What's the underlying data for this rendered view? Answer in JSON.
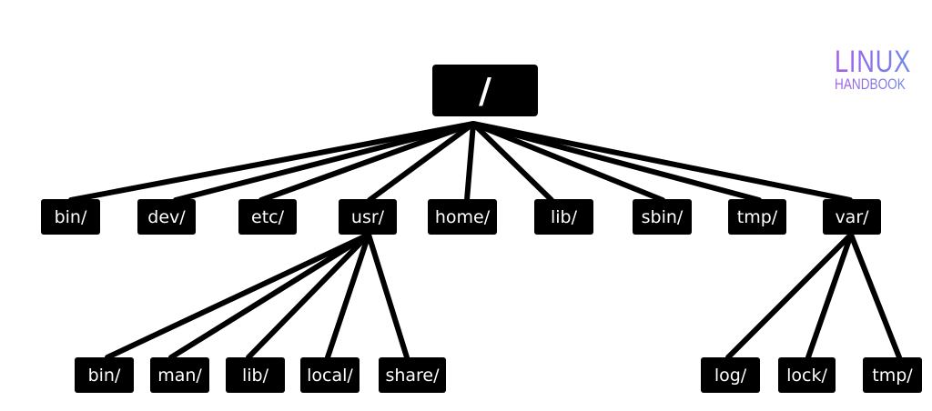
{
  "logo": {
    "line1": "LINUX",
    "line2": "HANDBOOK",
    "colors": [
      "#a35ee8",
      "#6d8ce8"
    ]
  },
  "root": {
    "label": "/"
  },
  "level1": [
    "bin/",
    "dev/",
    "etc/",
    "usr/",
    "home/",
    "lib/",
    "sbin/",
    "tmp/",
    "var/"
  ],
  "usr_children": [
    "bin/",
    "man/",
    "lib/",
    "local/",
    "share/"
  ],
  "var_children": [
    "log/",
    "lock/",
    "tmp/"
  ]
}
